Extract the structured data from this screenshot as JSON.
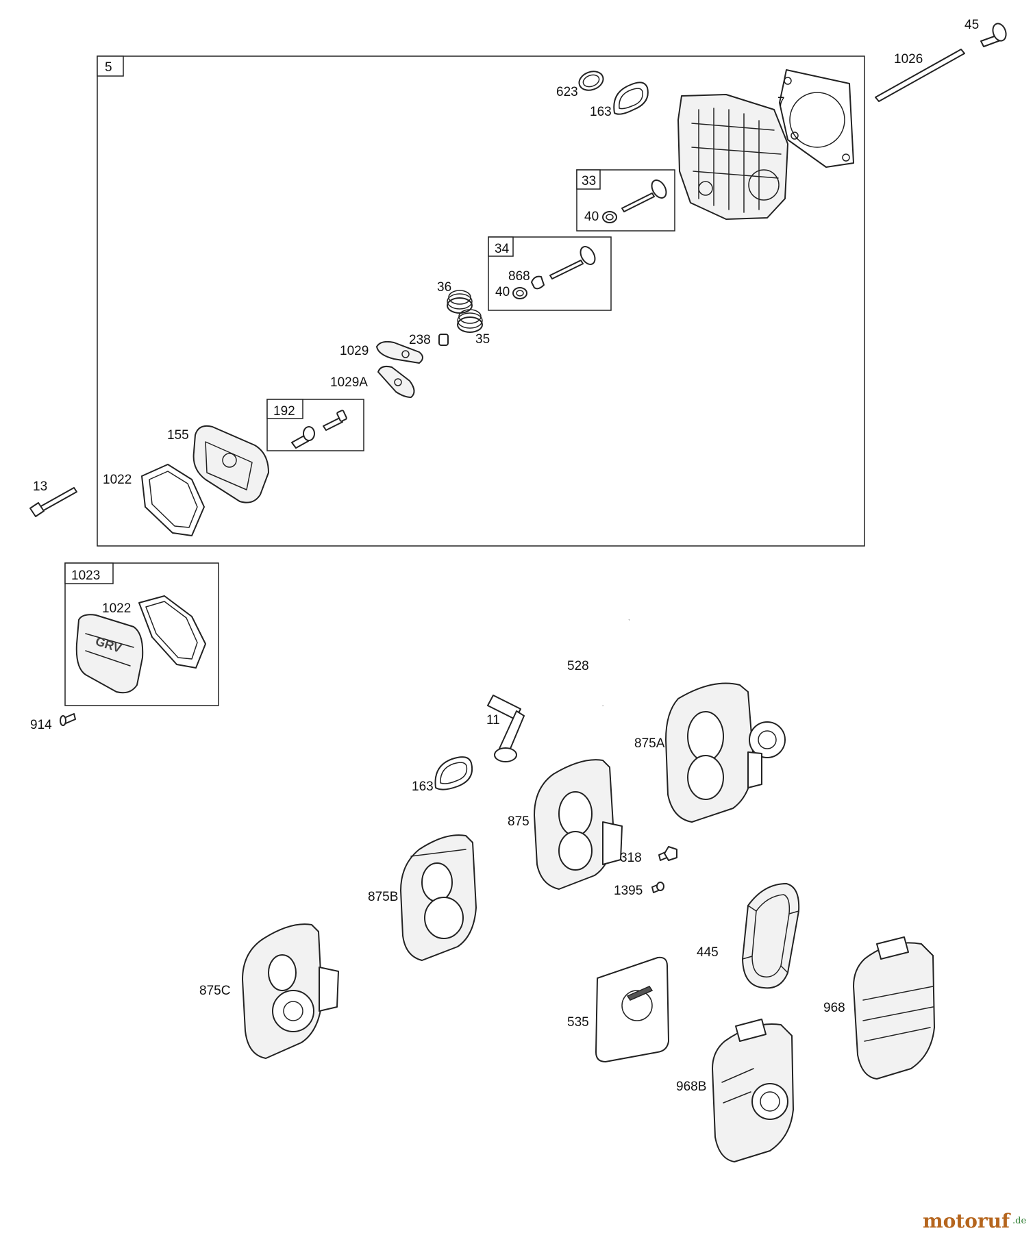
{
  "labels": {
    "l5": "5",
    "l45": "45",
    "l1026": "1026",
    "l623": "623",
    "l163a": "163",
    "l7": "7",
    "l33": "33",
    "l40a": "40",
    "l34": "34",
    "l868": "868",
    "l40b": "40",
    "l36": "36",
    "l238": "238",
    "l35": "35",
    "l1029": "1029",
    "l1029a": "1029A",
    "l192": "192",
    "l155": "155",
    "l1022a": "1022",
    "l13": "13",
    "l1023": "1023",
    "l1022b": "1022",
    "l914": "914",
    "l528": "528",
    "l11": "11",
    "l875a": "875A",
    "l163b": "163",
    "l875": "875",
    "l318": "318",
    "l1395": "1395",
    "l875b": "875B",
    "l445": "445",
    "l875c": "875C",
    "l535": "535",
    "l968": "968",
    "l968b": "968B"
  },
  "watermark": {
    "brand": "motoruf",
    "suffix": ".de"
  },
  "colors": {
    "ink": "#222222",
    "brand": "#b5651d",
    "brand_accent": "#2e7d32"
  },
  "cover_logo_text": "GRV"
}
